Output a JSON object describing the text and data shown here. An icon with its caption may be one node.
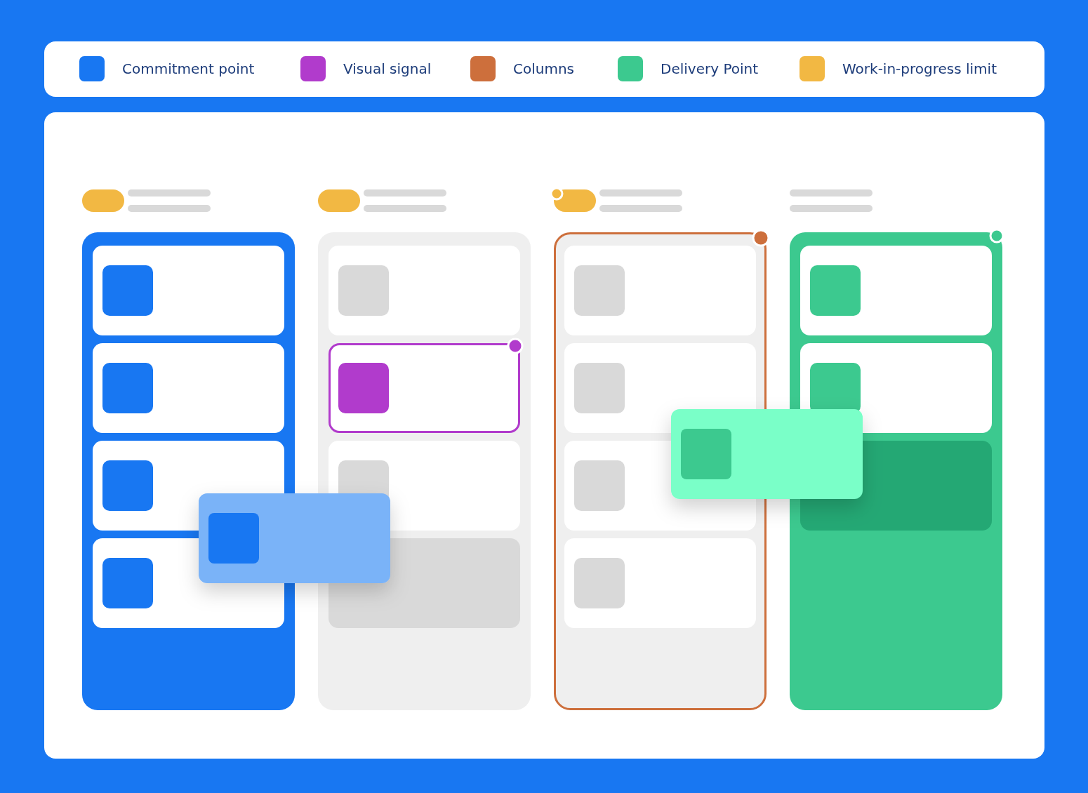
{
  "diagram": {
    "legend": [
      {
        "text": "Commitment point",
        "color": "#1877f2"
      },
      {
        "text": "Visual signal",
        "color": "#b13bcc"
      },
      {
        "text": "Columns",
        "color": "#cd6f3c"
      },
      {
        "text": "Delivery Point",
        "color": "#3cc98f"
      },
      {
        "text": "Work-in-progress limit",
        "color": "#f2b843"
      }
    ]
  }
}
